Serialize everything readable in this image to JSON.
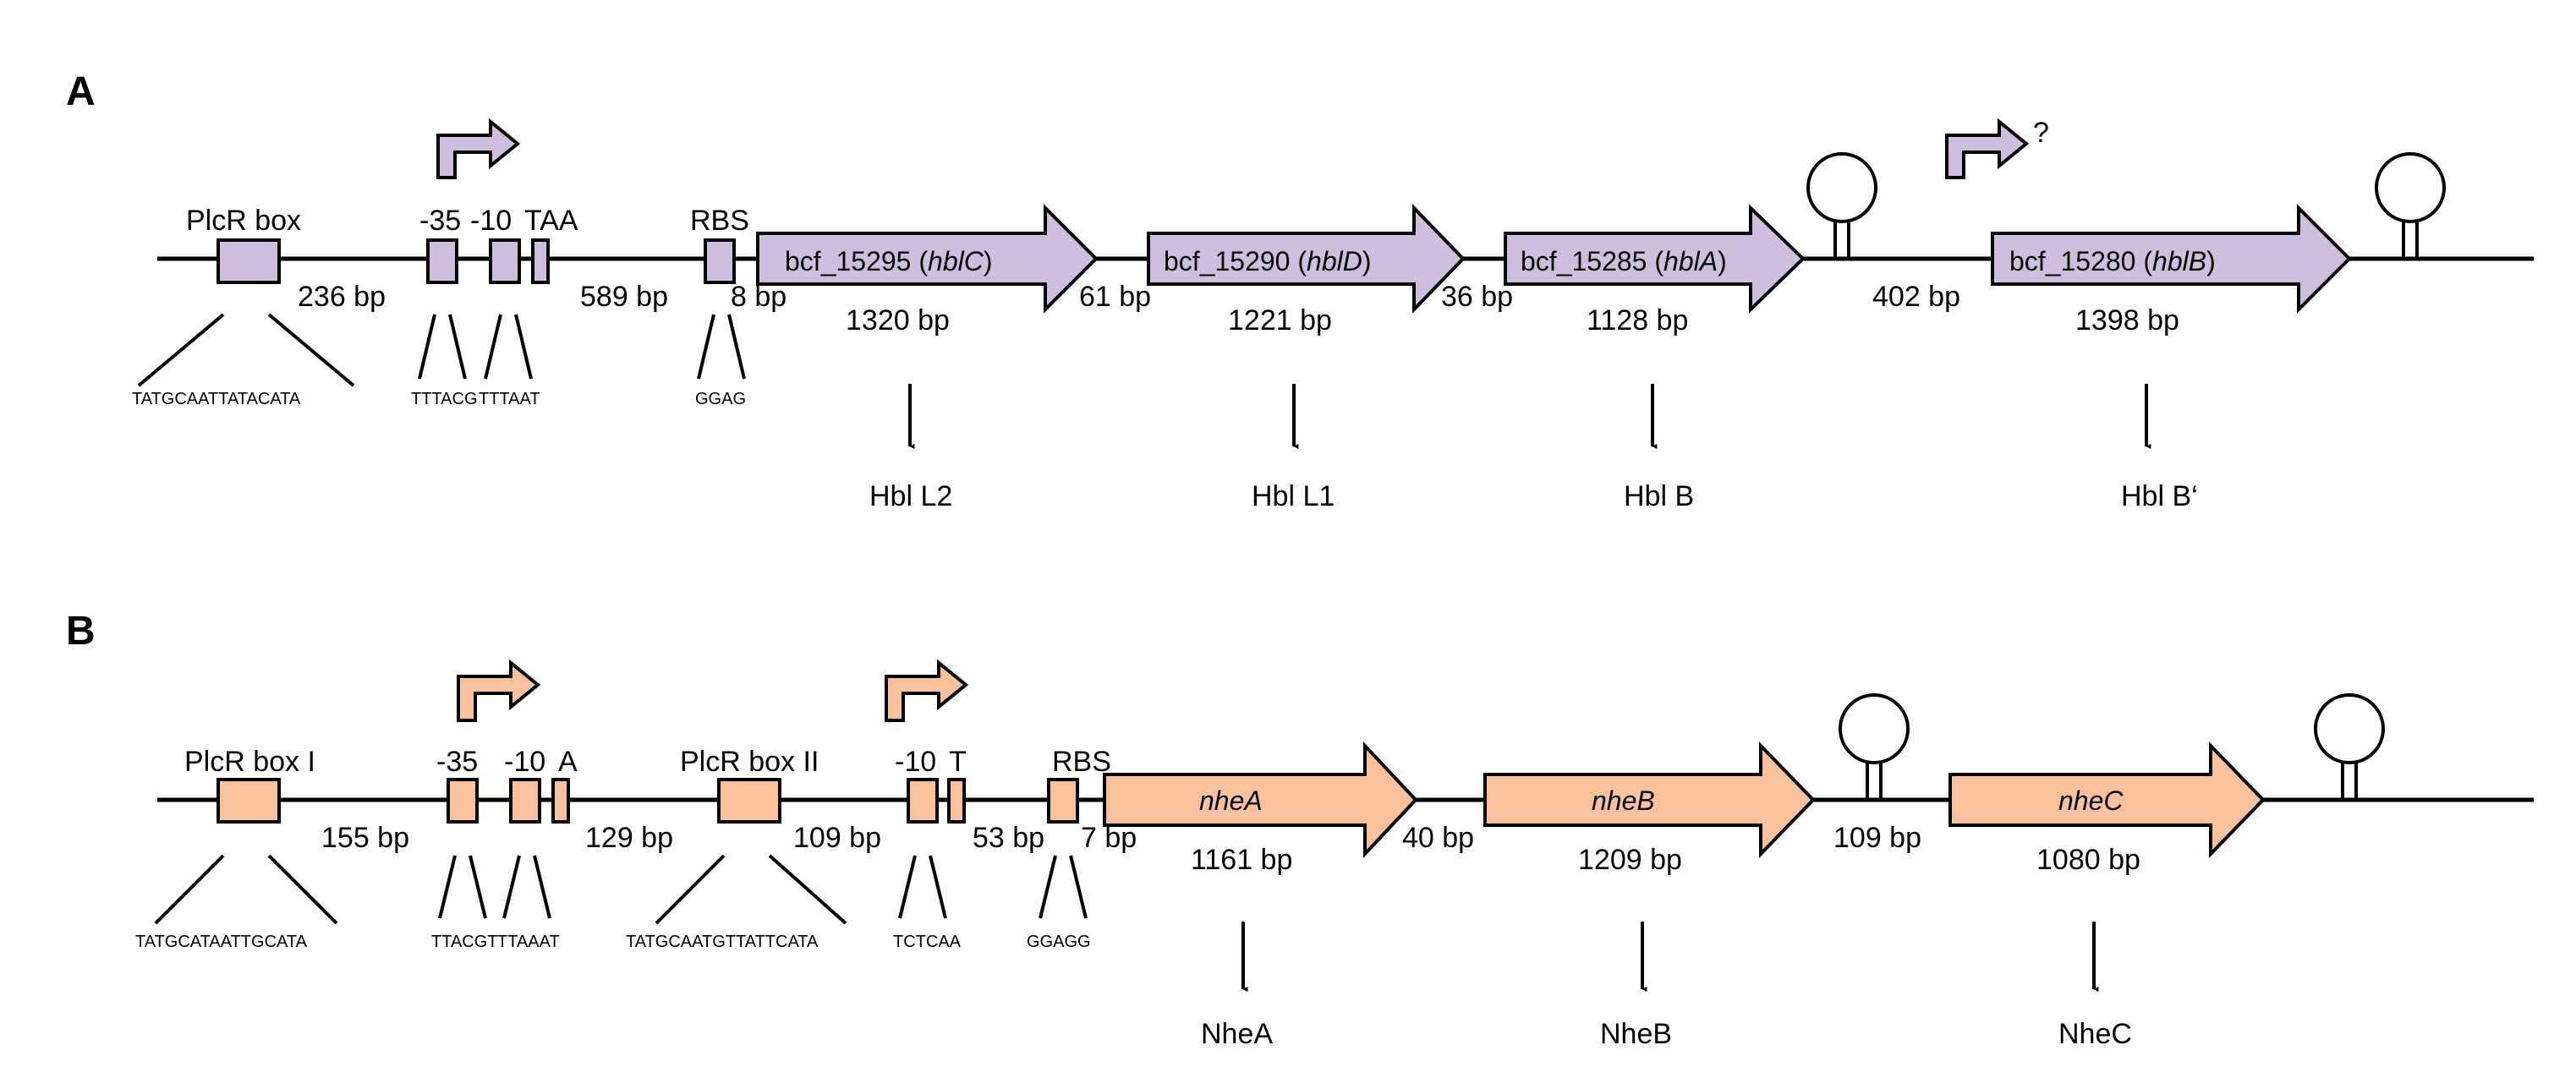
{
  "colors": {
    "hbl_fill": "#cdbfdd",
    "nhe_fill": "#f9c29a",
    "stroke": "#000000"
  },
  "panel_a": {
    "letter": "A",
    "plcr_box": {
      "label": "PlcR box",
      "seq": "TATGCAATTATACATA"
    },
    "minus35": {
      "label": "-35",
      "seq": "TTTACG"
    },
    "minus10": {
      "label": "-10",
      "seq": "TTTAAT"
    },
    "taa": "TAA",
    "rbs": {
      "label": "RBS",
      "seq": "GGAG"
    },
    "distances": [
      "236 bp",
      "589 bp",
      "8 bp",
      "61 bp",
      "36 bp",
      "402 bp"
    ],
    "promoter2_mark": "?",
    "genes": [
      {
        "pre": "bcf_15295 (",
        "it": "hblC",
        "post": ")",
        "len": "1320 bp",
        "protein": "Hbl L2"
      },
      {
        "pre": "bcf_15290 (",
        "it": "hblD",
        "post": ")",
        "len": "1221 bp",
        "protein": "Hbl L1"
      },
      {
        "pre": "bcf_15285 (",
        "it": "hblA",
        "post": ")",
        "len": "1128 bp",
        "protein": "Hbl B"
      },
      {
        "pre": "bcf_15280 (",
        "it": "hblB",
        "post": ")",
        "len": "1398 bp",
        "protein": "Hbl B‘"
      }
    ]
  },
  "panel_b": {
    "letter": "B",
    "plcr_box1": {
      "label": "PlcR box I",
      "seq": "TATGCATAATTGCATA"
    },
    "minus35": {
      "label": "-35",
      "seq": "TTACGT"
    },
    "minus10": {
      "label": "-10",
      "seq": "TTAAAT"
    },
    "a_label": "A",
    "plcr_box2": {
      "label": "PlcR box II",
      "seq": "TATGCAATGTTATTCATA"
    },
    "minus10b": {
      "label": "-10",
      "seq": "TCTCAA"
    },
    "t_label": "T",
    "rbs": {
      "label": "RBS",
      "seq": "GGAGG"
    },
    "distances": [
      "155 bp",
      "129 bp",
      "109 bp",
      "53 bp",
      "7 bp",
      "40 bp",
      "109 bp"
    ],
    "genes": [
      {
        "name": "nheA",
        "len": "1161 bp",
        "protein": "NheA"
      },
      {
        "name": "nheB",
        "len": "1209 bp",
        "protein": "NheB"
      },
      {
        "name": "nheC",
        "len": "1080 bp",
        "protein": "NheC"
      }
    ]
  }
}
